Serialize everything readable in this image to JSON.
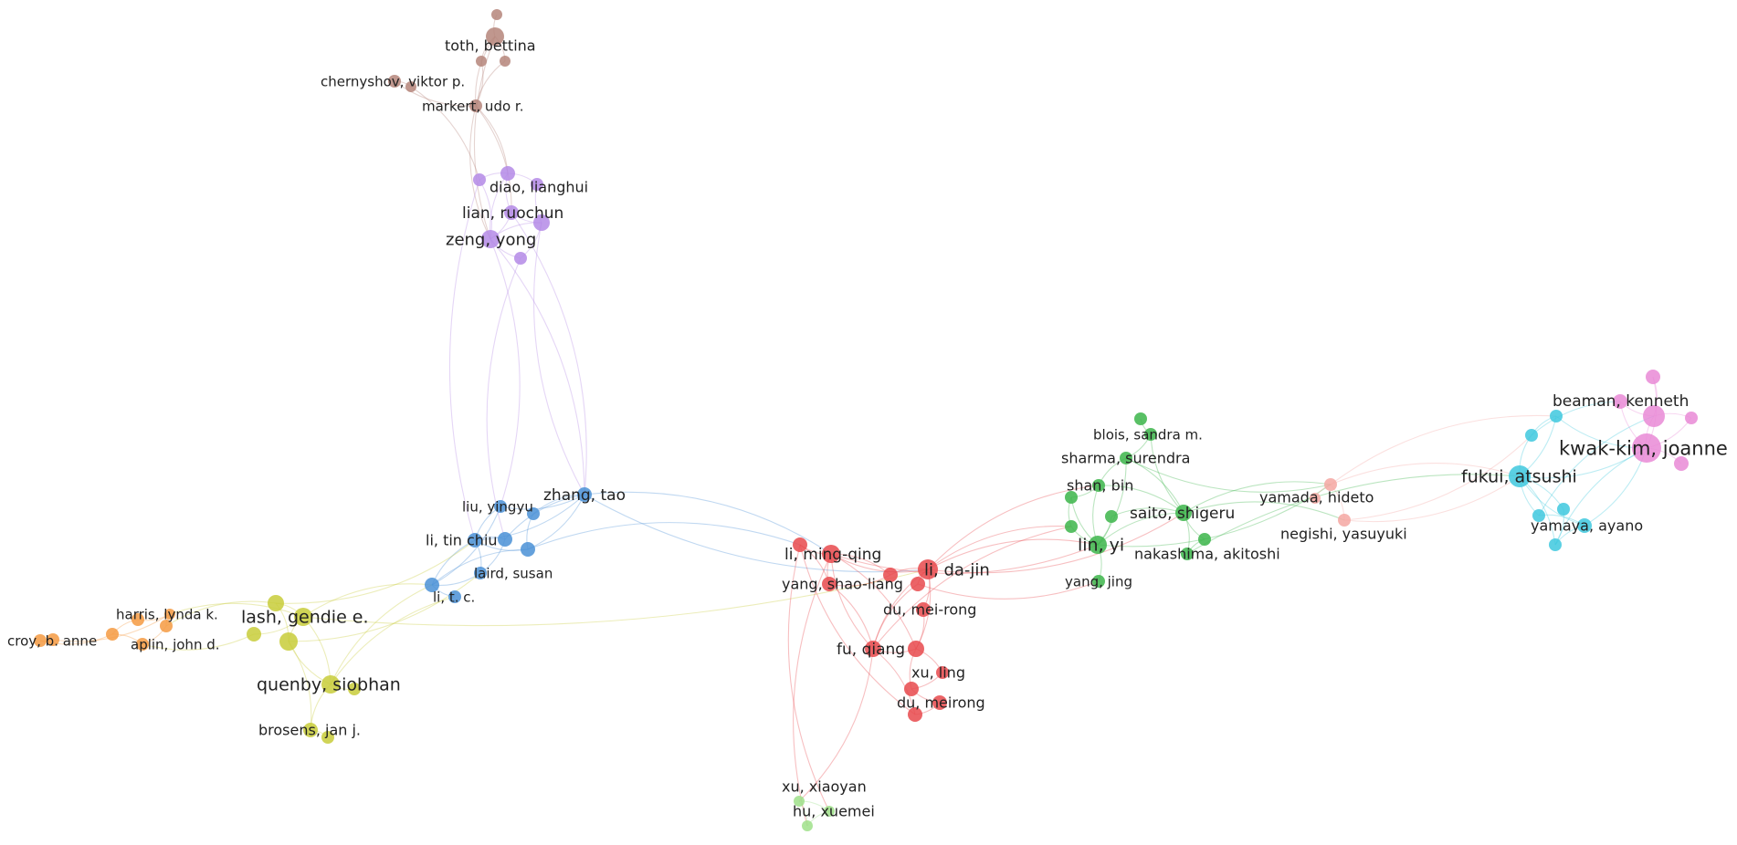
{
  "colors": {
    "red": "#e8494c",
    "green": "#3cb54a",
    "blue": "#4a90d6",
    "yellow": "#c8cc3a",
    "purple": "#b48ae6",
    "brown": "#b5857a",
    "orange": "#f59a42",
    "cyan": "#3ec8de",
    "pink": "#e98ad6",
    "salmon": "#f4a7a2",
    "lightgreen": "#9fe08a"
  },
  "network": {
    "nodes": [
      {
        "id": "toth",
        "label": "toth, bettina",
        "cluster": "brown",
        "size": 10
      },
      {
        "id": "brown2",
        "label": "",
        "cluster": "brown",
        "size": 6
      },
      {
        "id": "brown3",
        "label": "",
        "cluster": "brown",
        "size": 6
      },
      {
        "id": "brown4",
        "label": "",
        "cluster": "brown",
        "size": 6
      },
      {
        "id": "chernyshov",
        "label": "chernyshov, viktor p.",
        "cluster": "brown",
        "size": 7
      },
      {
        "id": "brown5",
        "label": "",
        "cluster": "brown",
        "size": 6
      },
      {
        "id": "markert",
        "label": "markert, udo r.",
        "cluster": "brown",
        "size": 7
      },
      {
        "id": "diao",
        "label": "diao, lianghui",
        "cluster": "purple",
        "size": 8
      },
      {
        "id": "purple2",
        "label": "",
        "cluster": "purple",
        "size": 7
      },
      {
        "id": "purple3",
        "label": "",
        "cluster": "purple",
        "size": 7
      },
      {
        "id": "lianr",
        "label": "lian, ruochun",
        "cluster": "purple",
        "size": 8
      },
      {
        "id": "purple4",
        "label": "",
        "cluster": "purple",
        "size": 9
      },
      {
        "id": "zengy",
        "label": "zeng, yong",
        "cluster": "purple",
        "size": 10
      },
      {
        "id": "purple5",
        "label": "",
        "cluster": "purple",
        "size": 7
      },
      {
        "id": "zhangt",
        "label": "zhang, tao",
        "cluster": "blue",
        "size": 8
      },
      {
        "id": "liuy",
        "label": "liu, yingyu",
        "cluster": "blue",
        "size": 7
      },
      {
        "id": "blue2",
        "label": "",
        "cluster": "blue",
        "size": 7
      },
      {
        "id": "litc",
        "label": "li, tin chiu",
        "cluster": "blue",
        "size": 8
      },
      {
        "id": "blue3",
        "label": "",
        "cluster": "blue",
        "size": 8
      },
      {
        "id": "blue4",
        "label": "",
        "cluster": "blue",
        "size": 8
      },
      {
        "id": "laird",
        "label": "laird, susan",
        "cluster": "blue",
        "size": 7
      },
      {
        "id": "blue5",
        "label": "",
        "cluster": "blue",
        "size": 8
      },
      {
        "id": "litc2",
        "label": "li, t. c.",
        "cluster": "blue",
        "size": 7
      },
      {
        "id": "lashg",
        "label": "lash, gendie e.",
        "cluster": "yellow",
        "size": 10
      },
      {
        "id": "yel2",
        "label": "",
        "cluster": "yellow",
        "size": 9
      },
      {
        "id": "yel3",
        "label": "",
        "cluster": "yellow",
        "size": 8
      },
      {
        "id": "yel4",
        "label": "",
        "cluster": "yellow",
        "size": 10
      },
      {
        "id": "quenby",
        "label": "quenby, siobhan",
        "cluster": "yellow",
        "size": 10
      },
      {
        "id": "yel5",
        "label": "",
        "cluster": "yellow",
        "size": 7
      },
      {
        "id": "brosens",
        "label": "brosens, jan j.",
        "cluster": "yellow",
        "size": 8
      },
      {
        "id": "yel6",
        "label": "",
        "cluster": "yellow",
        "size": 7
      },
      {
        "id": "harris",
        "label": "harris, lynda k.",
        "cluster": "orange",
        "size": 6
      },
      {
        "id": "orange2",
        "label": "",
        "cluster": "orange",
        "size": 7
      },
      {
        "id": "orange3",
        "label": "",
        "cluster": "orange",
        "size": 7
      },
      {
        "id": "aplin",
        "label": "aplin, john d.",
        "cluster": "orange",
        "size": 7
      },
      {
        "id": "orange4",
        "label": "",
        "cluster": "orange",
        "size": 7
      },
      {
        "id": "croy",
        "label": "croy, b. anne",
        "cluster": "orange",
        "size": 7
      },
      {
        "id": "orange5",
        "label": "",
        "cluster": "orange",
        "size": 7
      },
      {
        "id": "limq",
        "label": "li, ming-qing",
        "cluster": "red",
        "size": 10
      },
      {
        "id": "red2",
        "label": "",
        "cluster": "red",
        "size": 8
      },
      {
        "id": "yangsl",
        "label": "yang, shao-liang",
        "cluster": "red",
        "size": 8
      },
      {
        "id": "red3",
        "label": "",
        "cluster": "red",
        "size": 8
      },
      {
        "id": "lidj",
        "label": "li, da-jin",
        "cluster": "red",
        "size": 11
      },
      {
        "id": "red4",
        "label": "",
        "cluster": "red",
        "size": 8
      },
      {
        "id": "dumr",
        "label": "du, mei-rong",
        "cluster": "red",
        "size": 8
      },
      {
        "id": "fuq",
        "label": "fu, qiang",
        "cluster": "red",
        "size": 9
      },
      {
        "id": "red5",
        "label": "",
        "cluster": "red",
        "size": 9
      },
      {
        "id": "xul",
        "label": "xu, ling",
        "cluster": "red",
        "size": 7
      },
      {
        "id": "red6",
        "label": "",
        "cluster": "red",
        "size": 8
      },
      {
        "id": "dumr2",
        "label": "du, meirong",
        "cluster": "red",
        "size": 8
      },
      {
        "id": "red7",
        "label": "",
        "cluster": "red",
        "size": 8
      },
      {
        "id": "xuxy",
        "label": "xu, xiaoyan",
        "cluster": "lightgreen",
        "size": 6
      },
      {
        "id": "huxm",
        "label": "hu, xuemei",
        "cluster": "lightgreen",
        "size": 6
      },
      {
        "id": "lg3",
        "label": "",
        "cluster": "lightgreen",
        "size": 6
      },
      {
        "id": "green2",
        "label": "",
        "cluster": "green",
        "size": 7
      },
      {
        "id": "blois",
        "label": "blois, sandra m.",
        "cluster": "green",
        "size": 7
      },
      {
        "id": "sharma",
        "label": "sharma, surendra",
        "cluster": "green",
        "size": 7
      },
      {
        "id": "shanb",
        "label": "shan, bin",
        "cluster": "green",
        "size": 7
      },
      {
        "id": "green3",
        "label": "",
        "cluster": "green",
        "size": 7
      },
      {
        "id": "saito",
        "label": "saito, shigeru",
        "cluster": "green",
        "size": 9
      },
      {
        "id": "green4",
        "label": "",
        "cluster": "green",
        "size": 7
      },
      {
        "id": "green5",
        "label": "",
        "cluster": "green",
        "size": 7
      },
      {
        "id": "liny",
        "label": "lin, yi",
        "cluster": "green",
        "size": 10
      },
      {
        "id": "green6",
        "label": "",
        "cluster": "green",
        "size": 7
      },
      {
        "id": "nakashima",
        "label": "nakashima, akitoshi",
        "cluster": "green",
        "size": 7
      },
      {
        "id": "yangj",
        "label": "yang, jing",
        "cluster": "green",
        "size": 7
      },
      {
        "id": "yamada",
        "label": "yamada, hideto",
        "cluster": "salmon",
        "size": 7
      },
      {
        "id": "negishi",
        "label": "negishi, yasuyuki",
        "cluster": "salmon",
        "size": 7
      },
      {
        "id": "salmon3",
        "label": "",
        "cluster": "salmon",
        "size": 6
      },
      {
        "id": "fukui",
        "label": "fukui, atsushi",
        "cluster": "cyan",
        "size": 12
      },
      {
        "id": "cyan2",
        "label": "",
        "cluster": "cyan",
        "size": 7
      },
      {
        "id": "cyan3",
        "label": "",
        "cluster": "cyan",
        "size": 7
      },
      {
        "id": "cyan4",
        "label": "",
        "cluster": "cyan",
        "size": 7
      },
      {
        "id": "cyan5",
        "label": "",
        "cluster": "cyan",
        "size": 7
      },
      {
        "id": "yamaya",
        "label": "yamaya, ayano",
        "cluster": "cyan",
        "size": 8
      },
      {
        "id": "cyan6",
        "label": "",
        "cluster": "cyan",
        "size": 7
      },
      {
        "id": "kwakkim",
        "label": "kwak-kim, joanne",
        "cluster": "pink",
        "size": 16
      },
      {
        "id": "beaman",
        "label": "beaman, kenneth",
        "cluster": "pink",
        "size": 8
      },
      {
        "id": "pink2",
        "label": "",
        "cluster": "pink",
        "size": 8
      },
      {
        "id": "pink3",
        "label": "",
        "cluster": "pink",
        "size": 12
      },
      {
        "id": "pink4",
        "label": "",
        "cluster": "pink",
        "size": 7
      },
      {
        "id": "pink5",
        "label": "",
        "cluster": "pink",
        "size": 8
      }
    ],
    "edges": [
      [
        "toth",
        "brown2"
      ],
      [
        "toth",
        "brown3"
      ],
      [
        "toth",
        "brown4"
      ],
      [
        "toth",
        "markert"
      ],
      [
        "chernyshov",
        "brown5"
      ],
      [
        "chernyshov",
        "markert"
      ],
      [
        "brown3",
        "markert"
      ],
      [
        "brown4",
        "markert"
      ],
      [
        "markert",
        "diao"
      ],
      [
        "markert",
        "zengy"
      ],
      [
        "markert",
        "lianr"
      ],
      [
        "toth",
        "zengy"
      ],
      [
        "brown5",
        "purple2"
      ],
      [
        "diao",
        "purple2"
      ],
      [
        "diao",
        "purple3"
      ],
      [
        "diao",
        "lianr"
      ],
      [
        "lianr",
        "zengy"
      ],
      [
        "lianr",
        "purple4"
      ],
      [
        "zengy",
        "purple4"
      ],
      [
        "zengy",
        "purple5"
      ],
      [
        "purple2",
        "zengy"
      ],
      [
        "purple3",
        "purple4"
      ],
      [
        "purple4",
        "purple5"
      ],
      [
        "diao",
        "zengy"
      ],
      [
        "zengy",
        "zhangt"
      ],
      [
        "purple4",
        "zhangt"
      ],
      [
        "lianr",
        "zhangt"
      ],
      [
        "purple2",
        "litc"
      ],
      [
        "zengy",
        "liuy"
      ],
      [
        "purple5",
        "blue3"
      ],
      [
        "zhangt",
        "liuy"
      ],
      [
        "zhangt",
        "blue2"
      ],
      [
        "zhangt",
        "litc"
      ],
      [
        "zhangt",
        "blue3"
      ],
      [
        "zhangt",
        "blue4"
      ],
      [
        "liuy",
        "litc"
      ],
      [
        "litc",
        "blue3"
      ],
      [
        "litc",
        "blue4"
      ],
      [
        "litc",
        "laird"
      ],
      [
        "litc",
        "blue5"
      ],
      [
        "laird",
        "blue5"
      ],
      [
        "blue5",
        "litc2"
      ],
      [
        "liuy",
        "blue5"
      ],
      [
        "blue2",
        "blue4"
      ],
      [
        "blue3",
        "laird"
      ],
      [
        "blue4",
        "blue5"
      ],
      [
        "zhangt",
        "limq"
      ],
      [
        "zhangt",
        "lidj"
      ],
      [
        "blue4",
        "red2"
      ],
      [
        "lashg",
        "yel2"
      ],
      [
        "lashg",
        "yel3"
      ],
      [
        "lashg",
        "yel4"
      ],
      [
        "yel2",
        "yel4"
      ],
      [
        "yel4",
        "quenby"
      ],
      [
        "lashg",
        "quenby"
      ],
      [
        "quenby",
        "yel5"
      ],
      [
        "yel4",
        "brosens"
      ],
      [
        "quenby",
        "brosens"
      ],
      [
        "brosens",
        "yel6"
      ],
      [
        "yel2",
        "litc"
      ],
      [
        "lashg",
        "blue5"
      ],
      [
        "yel4",
        "laird"
      ],
      [
        "quenby",
        "blue5"
      ],
      [
        "lashg",
        "harris"
      ],
      [
        "yel3",
        "aplin"
      ],
      [
        "yel2",
        "orange3"
      ],
      [
        "quenby",
        "litc2"
      ],
      [
        "lashg",
        "lidj"
      ],
      [
        "harris",
        "orange2"
      ],
      [
        "harris",
        "orange3"
      ],
      [
        "orange3",
        "aplin"
      ],
      [
        "orange2",
        "orange4"
      ],
      [
        "orange4",
        "croy"
      ],
      [
        "croy",
        "orange5"
      ],
      [
        "orange4",
        "aplin"
      ],
      [
        "orange5",
        "harris"
      ],
      [
        "limq",
        "red2"
      ],
      [
        "limq",
        "yangsl"
      ],
      [
        "limq",
        "red3"
      ],
      [
        "limq",
        "lidj"
      ],
      [
        "red2",
        "yangsl"
      ],
      [
        "yangsl",
        "red3"
      ],
      [
        "red3",
        "lidj"
      ],
      [
        "lidj",
        "red4"
      ],
      [
        "lidj",
        "dumr"
      ],
      [
        "lidj",
        "fuq"
      ],
      [
        "lidj",
        "red5"
      ],
      [
        "limq",
        "fuq"
      ],
      [
        "yangsl",
        "fuq"
      ],
      [
        "fuq",
        "red5"
      ],
      [
        "red5",
        "xul"
      ],
      [
        "red5",
        "red6"
      ],
      [
        "xul",
        "red6"
      ],
      [
        "red6",
        "dumr2"
      ],
      [
        "dumr2",
        "red7"
      ],
      [
        "red7",
        "fuq"
      ],
      [
        "dumr",
        "red5"
      ],
      [
        "red4",
        "fuq"
      ],
      [
        "limq",
        "red5"
      ],
      [
        "red2",
        "red7"
      ],
      [
        "fuq",
        "xuxy"
      ],
      [
        "red2",
        "huxm"
      ],
      [
        "xuxy",
        "huxm"
      ],
      [
        "huxm",
        "lg3"
      ],
      [
        "xuxy",
        "lg3"
      ],
      [
        "limq",
        "lg3"
      ],
      [
        "lidj",
        "liny"
      ],
      [
        "lidj",
        "saito"
      ],
      [
        "lidj",
        "shanb"
      ],
      [
        "limq",
        "liny"
      ],
      [
        "lidj",
        "green5"
      ],
      [
        "red4",
        "yangj"
      ],
      [
        "fuq",
        "green5"
      ],
      [
        "green2",
        "blois"
      ],
      [
        "blois",
        "sharma"
      ],
      [
        "sharma",
        "shanb"
      ],
      [
        "sharma",
        "liny"
      ],
      [
        "shanb",
        "liny"
      ],
      [
        "shanb",
        "green3"
      ],
      [
        "green3",
        "liny"
      ],
      [
        "liny",
        "saito"
      ],
      [
        "liny",
        "green4"
      ],
      [
        "liny",
        "green5"
      ],
      [
        "saito",
        "green6"
      ],
      [
        "saito",
        "nakashima"
      ],
      [
        "green6",
        "nakashima"
      ],
      [
        "liny",
        "yangj"
      ],
      [
        "saito",
        "sharma"
      ],
      [
        "green4",
        "saito"
      ],
      [
        "blois",
        "saito"
      ],
      [
        "green5",
        "green3"
      ],
      [
        "saito",
        "shanb"
      ],
      [
        "saito",
        "yamada"
      ],
      [
        "liny",
        "yamada"
      ],
      [
        "yamada",
        "negishi"
      ],
      [
        "yamada",
        "salmon3"
      ],
      [
        "saito",
        "negishi"
      ],
      [
        "sharma",
        "yamada"
      ],
      [
        "yamada",
        "fukui"
      ],
      [
        "negishi",
        "fukui"
      ],
      [
        "yamada",
        "cyan2"
      ],
      [
        "negishi",
        "cyan3"
      ],
      [
        "nakashima",
        "fukui"
      ],
      [
        "fukui",
        "cyan2"
      ],
      [
        "fukui",
        "cyan3"
      ],
      [
        "fukui",
        "cyan4"
      ],
      [
        "fukui",
        "cyan5"
      ],
      [
        "fukui",
        "yamaya"
      ],
      [
        "fukui",
        "cyan6"
      ],
      [
        "cyan2",
        "cyan3"
      ],
      [
        "cyan4",
        "yamaya"
      ],
      [
        "yamaya",
        "cyan6"
      ],
      [
        "cyan5",
        "cyan6"
      ],
      [
        "fukui",
        "kwakkim"
      ],
      [
        "kwakkim",
        "beaman"
      ],
      [
        "kwakkim",
        "pink2"
      ],
      [
        "kwakkim",
        "pink3"
      ],
      [
        "kwakkim",
        "pink4"
      ],
      [
        "kwakkim",
        "pink5"
      ],
      [
        "beaman",
        "pink3"
      ],
      [
        "pink2",
        "pink3"
      ],
      [
        "cyan2",
        "kwakkim"
      ],
      [
        "cyan3",
        "beaman"
      ],
      [
        "yamaya",
        "kwakkim"
      ],
      [
        "cyan4",
        "pink3"
      ],
      [
        "pink4",
        "pink3"
      ],
      [
        "cyan6",
        "kwakkim"
      ]
    ]
  }
}
